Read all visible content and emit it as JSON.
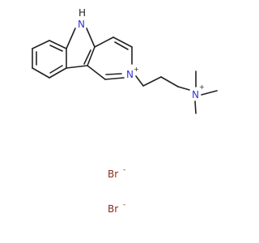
{
  "molecule": {
    "atoms": {
      "indole_n": {
        "symbol": "N",
        "hydrogen": "H"
      },
      "pyridinium_n": {
        "symbol": "N",
        "charge": "+"
      },
      "ammonium_n": {
        "symbol": "N",
        "charge": "+"
      }
    },
    "counterions": [
      {
        "symbol": "Br",
        "charge": "-"
      },
      {
        "symbol": "Br",
        "charge": "-"
      }
    ]
  },
  "colors": {
    "bond": "#222222",
    "nitrogen": "#3333dd",
    "bromine": "#8b2a1a"
  }
}
